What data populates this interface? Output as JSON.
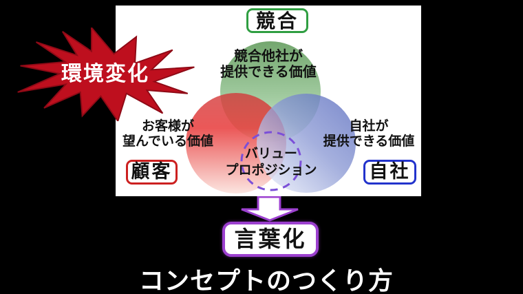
{
  "title": "コンセプトのつくり方",
  "starburst": {
    "label": "環境変化",
    "fill": "#be0f1e",
    "stroke": "#8e0a16",
    "text_color": "#ffffff"
  },
  "venn": {
    "competitor": {
      "tag": "競合",
      "tag_border_color": "#2f9e41",
      "circle_color": "#6fa873",
      "value_lines": [
        "競合他社が",
        "提供できる価値"
      ]
    },
    "customer": {
      "tag": "顧客",
      "tag_border_color": "#cc2020",
      "circle_color": "#e63232",
      "value_lines": [
        "お客様が",
        "望んでいる価値"
      ]
    },
    "company": {
      "tag": "自社",
      "tag_border_color": "#2233cc",
      "circle_color": "#6b7cc4",
      "value_lines": [
        "自社が",
        "提供できる価値"
      ]
    },
    "value_proposition": {
      "lines": [
        "バリュー",
        "プロポジション"
      ],
      "dash_color": "#7b4fd8"
    }
  },
  "verbalization": {
    "label": "言葉化",
    "accent_color": "#9c40cf"
  }
}
